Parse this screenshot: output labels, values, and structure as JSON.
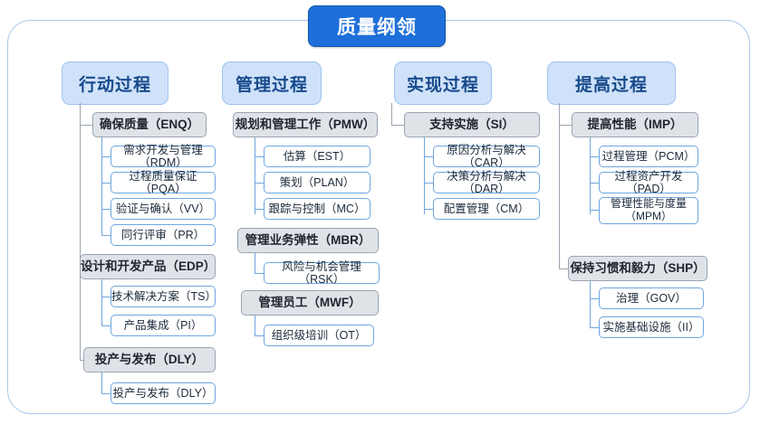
{
  "diagram": {
    "root": {
      "label": "质量纲领"
    },
    "columns": [
      {
        "phase": "行动过程",
        "groups": [
          {
            "title": "确保质量（ENQ）",
            "children": [
              "需求开发与管理（RDM）",
              "过程质量保证（PQA）",
              "验证与确认（VV）",
              "同行评审（PR）"
            ]
          },
          {
            "title": "设计和开发产品（EDP）",
            "children": [
              "技术解决方案（TS）",
              "产品集成（PI）"
            ]
          },
          {
            "title": "投产与发布（DLY）",
            "children": [
              "投产与发布（DLY）"
            ]
          }
        ]
      },
      {
        "phase": "管理过程",
        "groups": [
          {
            "title": "规划和管理工作（PMW）",
            "children": [
              "估算（EST）",
              "策划（PLAN）",
              "跟踪与控制（MC）"
            ]
          },
          {
            "title": "管理业务弹性（MBR）",
            "children": [
              "风险与机会管理（RSK）"
            ]
          },
          {
            "title": "管理员工（MWF）",
            "children": [
              "组织级培训（OT）"
            ]
          }
        ]
      },
      {
        "phase": "实现过程",
        "groups": [
          {
            "title": "支持实施（SI）",
            "children": [
              "原因分析与解决（CAR）",
              "决策分析与解决（DAR）",
              "配置管理（CM）"
            ]
          }
        ]
      },
      {
        "phase": "提高过程",
        "groups": [
          {
            "title": "提高性能（IMP）",
            "children": [
              "过程管理（PCM）",
              "过程资产开发（PAD）",
              "管理性能与度量（MPM）"
            ]
          },
          {
            "title": "保持习惯和毅力（SHP）",
            "children": [
              "治理（GOV）",
              "实施基础设施（II）"
            ]
          }
        ]
      }
    ]
  },
  "colors": {
    "root_bg": "#1e6fd9",
    "phase_bg": "#cfe2fa",
    "level1_bg": "#dfe3e8",
    "level2_bg": "#ffffff",
    "frame_border": "#a9c8ea"
  }
}
